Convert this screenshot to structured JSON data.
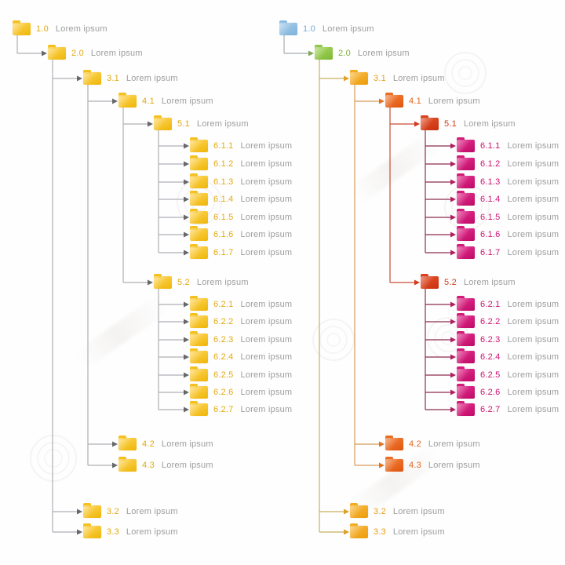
{
  "diagram": {
    "description": "Two folder-hierarchy tree diagrams",
    "palette": {
      "yellow": {
        "top": "#ffd65a",
        "bottom": "#eeb608",
        "tab": "#f6c01c",
        "num": "#e2a912"
      },
      "blue": {
        "top": "#a6cdea",
        "bottom": "#7fb2da",
        "tab": "#8fbde2",
        "num": "#74a9d4"
      },
      "green": {
        "top": "#a8d763",
        "bottom": "#7eb934",
        "tab": "#90c74b",
        "num": "#7cb23a"
      },
      "amber": {
        "top": "#f9ba41",
        "bottom": "#ec9c0b",
        "tab": "#f3ab20",
        "num": "#eb9d13"
      },
      "orange": {
        "top": "#f3813a",
        "bottom": "#e0550f",
        "tab": "#ea6d24",
        "num": "#e2661f"
      },
      "red": {
        "top": "#e4552c",
        "bottom": "#c92f0e",
        "tab": "#d7411d",
        "num": "#cf3d17"
      },
      "magenta": {
        "top": "#e43190",
        "bottom": "#bf0a66",
        "tab": "#d31a78",
        "num": "#ce1173"
      }
    },
    "trees": [
      {
        "id": "left",
        "edge_colors": {
          "default": {
            "line": "#aeb0b4",
            "arrow": "#66686c"
          }
        },
        "nodes": [
          {
            "num": "1.0",
            "label": "Lorem ipsum",
            "level": 0,
            "parent": null,
            "color": "yellow"
          },
          {
            "num": "2.0",
            "label": "Lorem ipsum",
            "level": 1,
            "parent": "1.0",
            "color": "yellow"
          },
          {
            "num": "3.1",
            "label": "Lorem ipsum",
            "level": 2,
            "parent": "2.0",
            "color": "yellow"
          },
          {
            "num": "4.1",
            "label": "Lorem ipsum",
            "level": 3,
            "parent": "3.1",
            "color": "yellow"
          },
          {
            "num": "5.1",
            "label": "Lorem ipsum",
            "level": 4,
            "parent": "4.1",
            "color": "yellow"
          },
          {
            "num": "6.1.1",
            "label": "Lorem ipsum",
            "level": 5,
            "parent": "5.1",
            "color": "yellow"
          },
          {
            "num": "6.1.2",
            "label": "Lorem ipsum",
            "level": 5,
            "parent": "5.1",
            "color": "yellow"
          },
          {
            "num": "6.1.3",
            "label": "Lorem ipsum",
            "level": 5,
            "parent": "5.1",
            "color": "yellow"
          },
          {
            "num": "6.1.4",
            "label": "Lorem ipsum",
            "level": 5,
            "parent": "5.1",
            "color": "yellow"
          },
          {
            "num": "6.1.5",
            "label": "Lorem ipsum",
            "level": 5,
            "parent": "5.1",
            "color": "yellow"
          },
          {
            "num": "6.1.6",
            "label": "Lorem ipsum",
            "level": 5,
            "parent": "5.1",
            "color": "yellow"
          },
          {
            "num": "6.1.7",
            "label": "Lorem ipsum",
            "level": 5,
            "parent": "5.1",
            "color": "yellow"
          },
          {
            "num": "5.2",
            "label": "Lorem ipsum",
            "level": 4,
            "parent": "4.1",
            "color": "yellow"
          },
          {
            "num": "6.2.1",
            "label": "Lorem ipsum",
            "level": 5,
            "parent": "5.2",
            "color": "yellow"
          },
          {
            "num": "6.2.2",
            "label": "Lorem ipsum",
            "level": 5,
            "parent": "5.2",
            "color": "yellow"
          },
          {
            "num": "6.2.3",
            "label": "Lorem ipsum",
            "level": 5,
            "parent": "5.2",
            "color": "yellow"
          },
          {
            "num": "6.2.4",
            "label": "Lorem ipsum",
            "level": 5,
            "parent": "5.2",
            "color": "yellow"
          },
          {
            "num": "6.2.5",
            "label": "Lorem ipsum",
            "level": 5,
            "parent": "5.2",
            "color": "yellow"
          },
          {
            "num": "6.2.6",
            "label": "Lorem ipsum",
            "level": 5,
            "parent": "5.2",
            "color": "yellow"
          },
          {
            "num": "6.2.7",
            "label": "Lorem ipsum",
            "level": 5,
            "parent": "5.2",
            "color": "yellow"
          },
          {
            "num": "4.2",
            "label": "Lorem ipsum",
            "level": 3,
            "parent": "3.1",
            "color": "yellow"
          },
          {
            "num": "4.3",
            "label": "Lorem ipsum",
            "level": 3,
            "parent": "3.1",
            "color": "yellow"
          },
          {
            "num": "3.2",
            "label": "Lorem ipsum",
            "level": 2,
            "parent": "2.0",
            "color": "yellow"
          },
          {
            "num": "3.3",
            "label": "Lorem ipsum",
            "level": 2,
            "parent": "2.0",
            "color": "yellow"
          }
        ]
      },
      {
        "id": "right",
        "edge_colors": {
          "default": {
            "line": "#aeb0b4",
            "arrow": "#66686c"
          },
          "1.0": {
            "line": "#a9adb0",
            "arrow": "#82a855"
          },
          "2.0": {
            "line": "#c8b061",
            "arrow": "#dfa028"
          },
          "3.1": {
            "line": "#d69a5a",
            "arrow": "#e1721e"
          },
          "4.1": {
            "line": "#c94c35",
            "arrow": "#d53a1c"
          },
          "5.1": {
            "line": "#8d2d4c",
            "arrow": "#b41d62"
          },
          "5.2": {
            "line": "#8d2d4c",
            "arrow": "#b41d62"
          }
        },
        "nodes": [
          {
            "num": "1.0",
            "label": "Lorem ipsum",
            "level": 0,
            "parent": null,
            "color": "blue"
          },
          {
            "num": "2.0",
            "label": "Lorem ipsum",
            "level": 1,
            "parent": "1.0",
            "color": "green"
          },
          {
            "num": "3.1",
            "label": "Lorem ipsum",
            "level": 2,
            "parent": "2.0",
            "color": "amber"
          },
          {
            "num": "4.1",
            "label": "Lorem ipsum",
            "level": 3,
            "parent": "3.1",
            "color": "orange"
          },
          {
            "num": "5.1",
            "label": "Lorem ipsum",
            "level": 4,
            "parent": "4.1",
            "color": "red"
          },
          {
            "num": "6.1.1",
            "label": "Lorem ipsum",
            "level": 5,
            "parent": "5.1",
            "color": "magenta"
          },
          {
            "num": "6.1.2",
            "label": "Lorem ipsum",
            "level": 5,
            "parent": "5.1",
            "color": "magenta"
          },
          {
            "num": "6.1.3",
            "label": "Lorem ipsum",
            "level": 5,
            "parent": "5.1",
            "color": "magenta"
          },
          {
            "num": "6.1.4",
            "label": "Lorem ipsum",
            "level": 5,
            "parent": "5.1",
            "color": "magenta"
          },
          {
            "num": "6.1.5",
            "label": "Lorem ipsum",
            "level": 5,
            "parent": "5.1",
            "color": "magenta"
          },
          {
            "num": "6.1.6",
            "label": "Lorem ipsum",
            "level": 5,
            "parent": "5.1",
            "color": "magenta"
          },
          {
            "num": "6.1.7",
            "label": "Lorem ipsum",
            "level": 5,
            "parent": "5.1",
            "color": "magenta"
          },
          {
            "num": "5.2",
            "label": "Lorem ipsum",
            "level": 4,
            "parent": "4.1",
            "color": "red"
          },
          {
            "num": "6.2.1",
            "label": "Lorem ipsum",
            "level": 5,
            "parent": "5.2",
            "color": "magenta"
          },
          {
            "num": "6.2.2",
            "label": "Lorem ipsum",
            "level": 5,
            "parent": "5.2",
            "color": "magenta"
          },
          {
            "num": "6.2.3",
            "label": "Lorem ipsum",
            "level": 5,
            "parent": "5.2",
            "color": "magenta"
          },
          {
            "num": "6.2.4",
            "label": "Lorem ipsum",
            "level": 5,
            "parent": "5.2",
            "color": "magenta"
          },
          {
            "num": "6.2.5",
            "label": "Lorem ipsum",
            "level": 5,
            "parent": "5.2",
            "color": "magenta"
          },
          {
            "num": "6.2.6",
            "label": "Lorem ipsum",
            "level": 5,
            "parent": "5.2",
            "color": "magenta"
          },
          {
            "num": "6.2.7",
            "label": "Lorem ipsum",
            "level": 5,
            "parent": "5.2",
            "color": "magenta"
          },
          {
            "num": "4.2",
            "label": "Lorem ipsum",
            "level": 3,
            "parent": "3.1",
            "color": "orange"
          },
          {
            "num": "4.3",
            "label": "Lorem ipsum",
            "level": 3,
            "parent": "3.1",
            "color": "orange"
          },
          {
            "num": "3.2",
            "label": "Lorem ipsum",
            "level": 2,
            "parent": "2.0",
            "color": "amber"
          },
          {
            "num": "3.3",
            "label": "Lorem ipsum",
            "level": 2,
            "parent": "2.0",
            "color": "amber"
          }
        ]
      }
    ]
  }
}
